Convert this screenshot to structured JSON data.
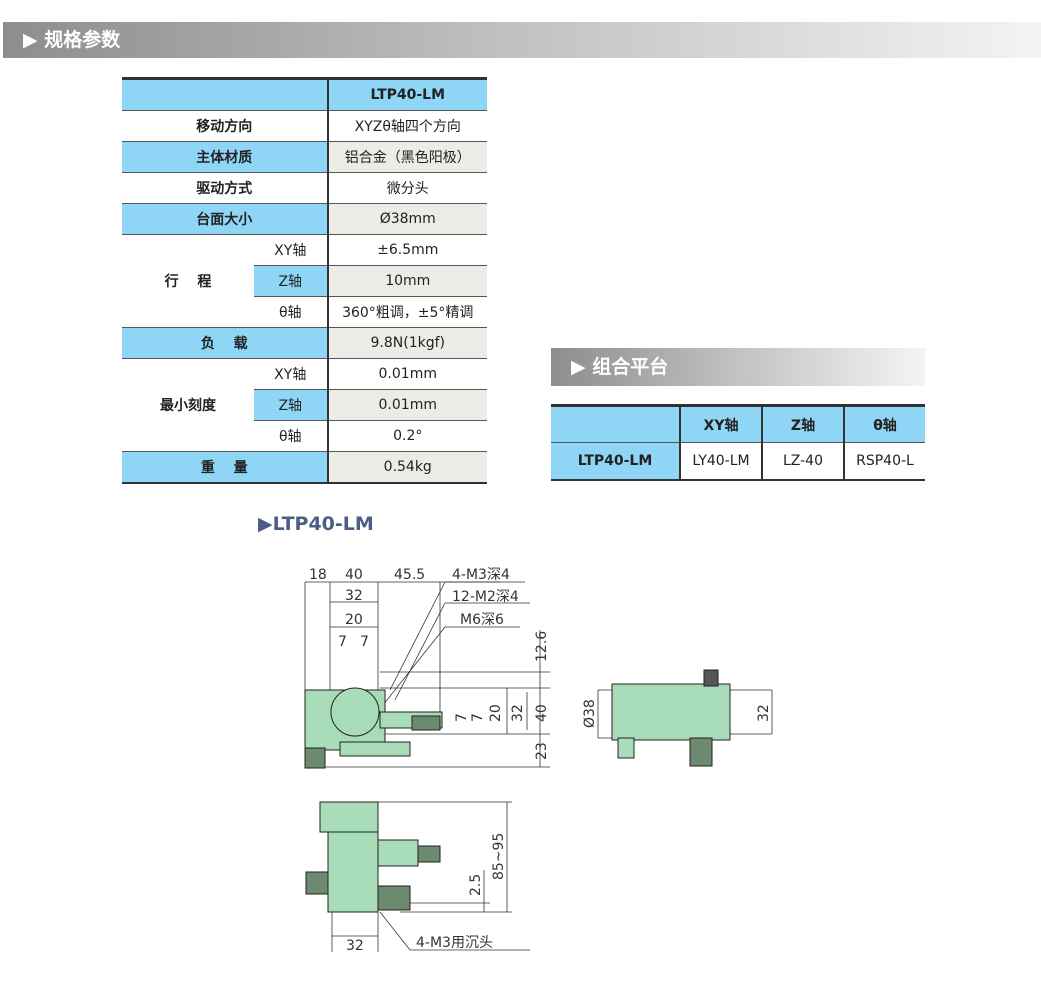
{
  "spec_header": "▶ 规格参数",
  "combo_header": "▶ 组合平台",
  "spec_table": {
    "model": "LTP40-LM",
    "rows": [
      {
        "label": "移动方向",
        "value": "XYZθ轴四个方向"
      },
      {
        "label": "主体材质",
        "value": "铝合金（黑色阳极）"
      },
      {
        "label": "驱动方式",
        "value": "微分头"
      },
      {
        "label": "台面大小",
        "value": "Ø38mm"
      }
    ],
    "stroke": {
      "label": "行　 程",
      "rows": [
        {
          "sub": "XY轴",
          "value": "±6.5mm"
        },
        {
          "sub": "Z轴",
          "value": "10mm"
        },
        {
          "sub": "θ轴",
          "value": "360°粗调，±5°精调"
        }
      ]
    },
    "load": {
      "label": "负　 载",
      "value": "9.8N(1kgf)"
    },
    "resolution": {
      "label": "最小刻度",
      "rows": [
        {
          "sub": "XY轴",
          "value": "0.01mm"
        },
        {
          "sub": "Z轴",
          "value": "0.01mm"
        },
        {
          "sub": "θ轴",
          "value": "0.2°"
        }
      ]
    },
    "weight": {
      "label": "重　 量",
      "value": "0.54kg"
    }
  },
  "combo_table": {
    "headers": [
      "XY轴",
      "Z轴",
      "θ轴"
    ],
    "model": "LTP40-LM",
    "values": [
      "LY40-LM",
      "LZ-40",
      "RSP40-L"
    ]
  },
  "drawing": {
    "title": "▶LTP40-LM",
    "top_dims": [
      "18",
      "40",
      "45.5",
      "32",
      "20",
      "7",
      "7"
    ],
    "callouts": [
      "4-M3深4",
      "12-M2深4",
      "M6深6"
    ],
    "right_dims": [
      "12.6",
      "7",
      "7",
      "20",
      "32",
      "40",
      "23"
    ],
    "side_dims": [
      "Ø38",
      "32"
    ],
    "front_dims": [
      "85~95",
      "2.5",
      "32"
    ],
    "front_callout": "4-M3用沉头"
  }
}
